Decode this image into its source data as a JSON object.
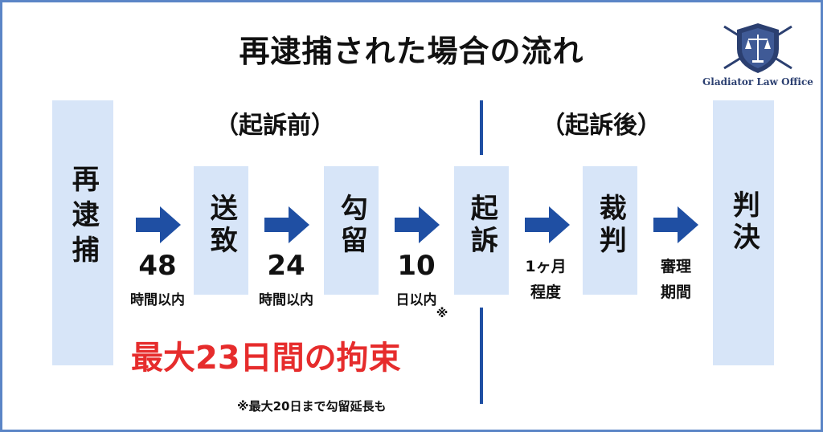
{
  "title": "再逮捕された場合の流れ",
  "logo": {
    "text": "Gladiator Law Office",
    "icon": "shield-scales-icon"
  },
  "sections": {
    "before": "（起訴前）",
    "after": "（起訴後）"
  },
  "steps": {
    "rearrest": "再逮捕",
    "sending": "送致",
    "detention": "勾留",
    "prosecution": "起訴",
    "trial": "裁判",
    "judgment": "判決"
  },
  "durations": {
    "d1": {
      "number": "48",
      "unit": "時間以内"
    },
    "d2": {
      "number": "24",
      "unit": "時間以内"
    },
    "d3": {
      "number": "10",
      "unit": "日以内",
      "mark": "※"
    },
    "d4": {
      "line1": "1ヶ月",
      "line2": "程度"
    },
    "d5": {
      "line1": "審理",
      "line2": "期間"
    }
  },
  "headline": "最大23日間の拘束",
  "footnote": "※最大20日まで勾留延長も",
  "colors": {
    "box": "#d7e5f8",
    "arrow": "#1f4fa3",
    "headline": "#e62c2c",
    "border": "#5b85c6"
  }
}
